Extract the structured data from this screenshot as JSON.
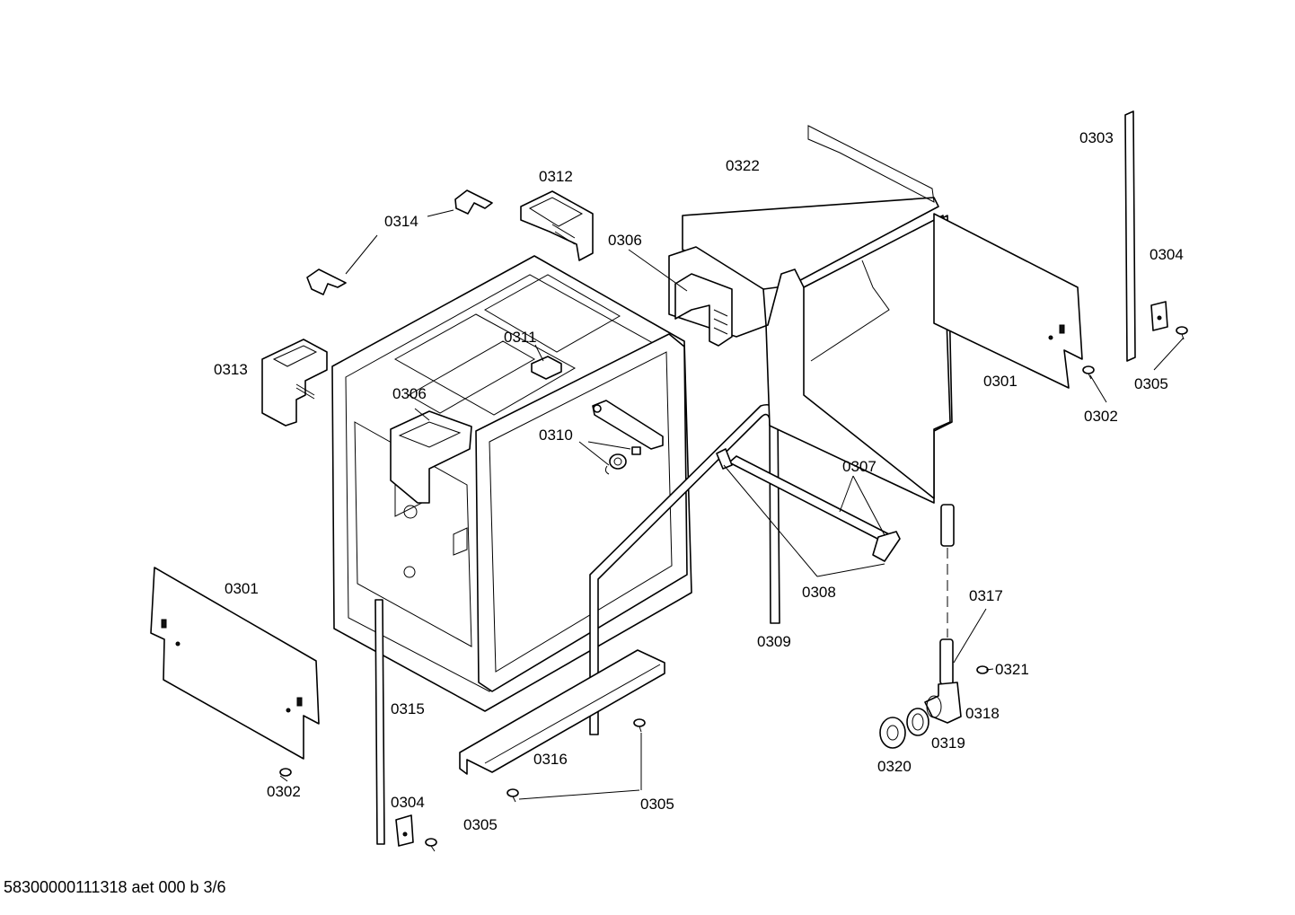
{
  "labels": {
    "p0301a": "0301",
    "p0301b": "0301",
    "p0302a": "0302",
    "p0302b": "0302",
    "p0303": "0303",
    "p0304a": "0304",
    "p0304b": "0304",
    "p0305a": "0305",
    "p0305b": "0305",
    "p0305c": "0305",
    "p0306a": "0306",
    "p0306b": "0306",
    "p0307": "0307",
    "p0308": "0308",
    "p0309": "0309",
    "p0310": "0310",
    "p0311": "0311",
    "p0312": "0312",
    "p0313": "0313",
    "p0314": "0314",
    "p0315": "0315",
    "p0316": "0316",
    "p0317": "0317",
    "p0318": "0318",
    "p0319": "0319",
    "p0320": "0320",
    "p0321": "0321",
    "p0322": "0322"
  },
  "footer": "58300000111318 aet 000 b 3/6"
}
